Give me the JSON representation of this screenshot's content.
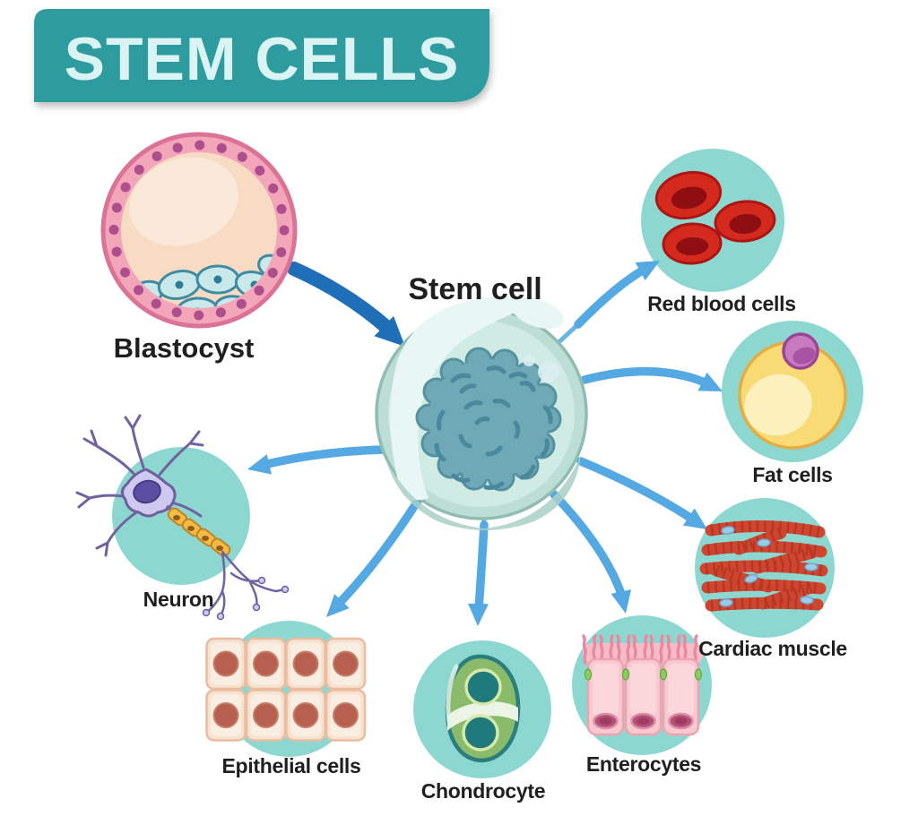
{
  "title": "STEM CELLS",
  "center_label": "Stem cell",
  "source_label": "Blastocyst",
  "cells": [
    {
      "label": "Red blood cells"
    },
    {
      "label": "Fat cells"
    },
    {
      "label": "Cardiac muscle"
    },
    {
      "label": "Enterocytes"
    },
    {
      "label": "Chondrocyte"
    },
    {
      "label": "Epithelial cells"
    },
    {
      "label": "Neuron"
    }
  ],
  "colors": {
    "banner": "#2E9C9E",
    "banner_text": "#D9F4F2",
    "circle_bg": "#8CD8D0",
    "arrow": "#55A9E3",
    "source_arrow": "#1E6FB8",
    "label_text": "#1F1F1F"
  }
}
